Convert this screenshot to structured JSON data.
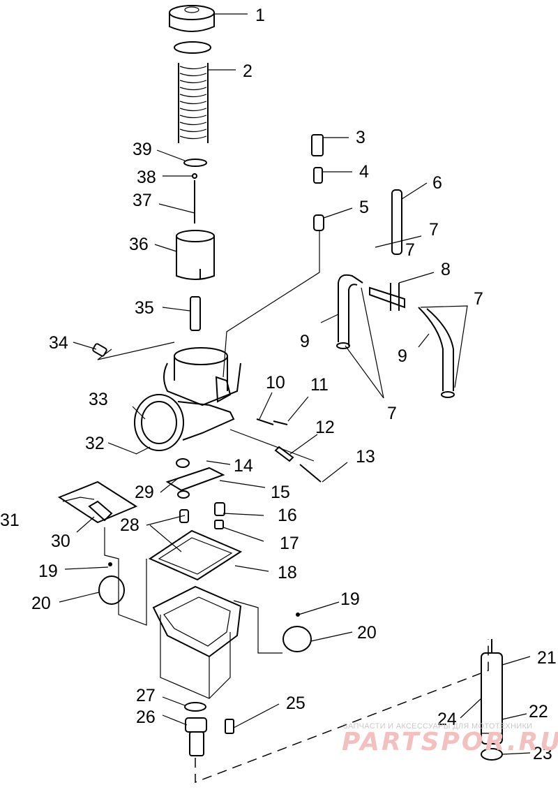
{
  "labels": [
    "1",
    "2",
    "3",
    "4",
    "5",
    "6",
    "7",
    "7",
    "7",
    "7",
    "8",
    "9",
    "9",
    "10",
    "11",
    "12",
    "13",
    "14",
    "15",
    "16",
    "17",
    "18",
    "19",
    "19",
    "20",
    "20",
    "21",
    "22",
    "23",
    "24",
    "25",
    "26",
    "27",
    "28",
    "29",
    "30",
    "31",
    "32",
    "33",
    "34",
    "35",
    "36",
    "37",
    "38",
    "39"
  ],
  "watermark": {
    "top": "ЗАПЧАСТИ И АКСЕССУАРЫ ДЛЯ МОТОТЕХНИКИ",
    "main": "PARTSPOR.RU"
  }
}
